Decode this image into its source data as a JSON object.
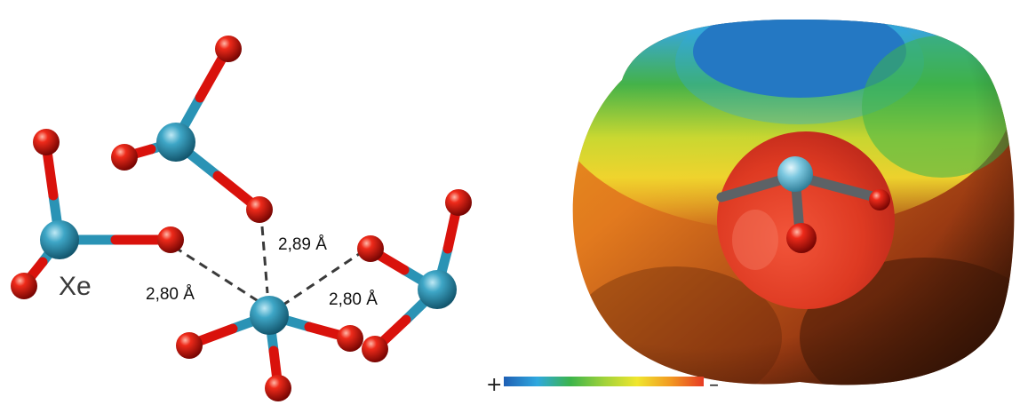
{
  "figure": {
    "atom_label": "Xe",
    "distances": [
      "2,80 Å",
      "2,89 Å",
      "2,80 Å"
    ],
    "colorbar": {
      "plus": "+",
      "minus": "–",
      "stops": [
        "#1f5fb4",
        "#2fa8df",
        "#3cb44b",
        "#9fd23a",
        "#f0e62e",
        "#f29a22",
        "#e63b24"
      ]
    },
    "colors": {
      "xenon": "#2a93b5",
      "oxygen": "#d9120c",
      "bond_gray": "#55585b",
      "background": "#ffffff"
    }
  }
}
